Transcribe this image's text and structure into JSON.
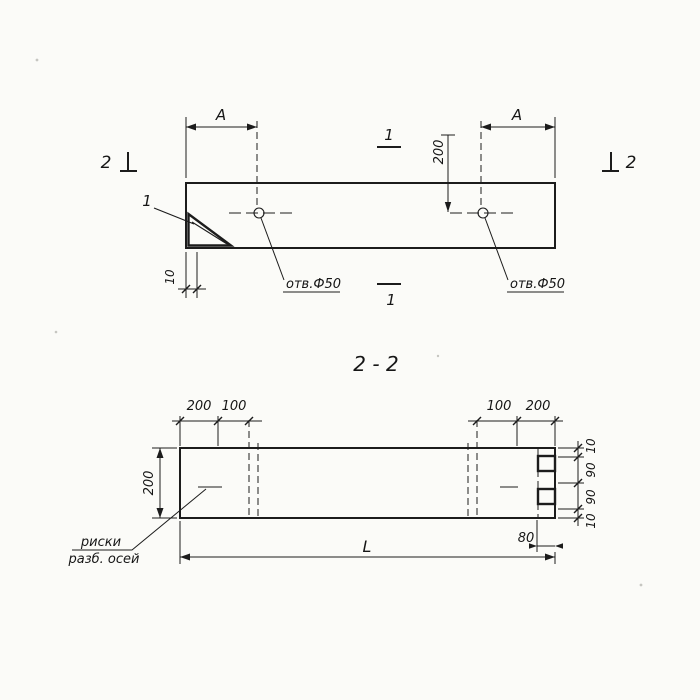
{
  "drawing": {
    "section_title": "2 - 2",
    "plan": {
      "dim_a_left": "A",
      "dim_a_right": "A",
      "cut2_left_label": "2",
      "cut2_right_label": "2",
      "cut1_top_label": "1",
      "cut1_bottom_label": "1",
      "detail_ref_label": "1",
      "dim_hole_center": "200",
      "dim_chamfer_offset": "10",
      "hole_left_label": "отв.Ф50",
      "hole_right_label": "отв.Ф50"
    },
    "section": {
      "dim_top_left_outer": "200",
      "dim_top_left_inner": "100",
      "dim_top_right_inner": "100",
      "dim_top_right_outer": "200",
      "dim_height": "200",
      "dim_right_1": "10",
      "dim_right_2": "90",
      "dim_right_3": "90",
      "dim_right_4": "10",
      "dim_length": "L",
      "dim_end_offset": "80",
      "note_line1": "риски",
      "note_line2": "разб. осей"
    }
  }
}
